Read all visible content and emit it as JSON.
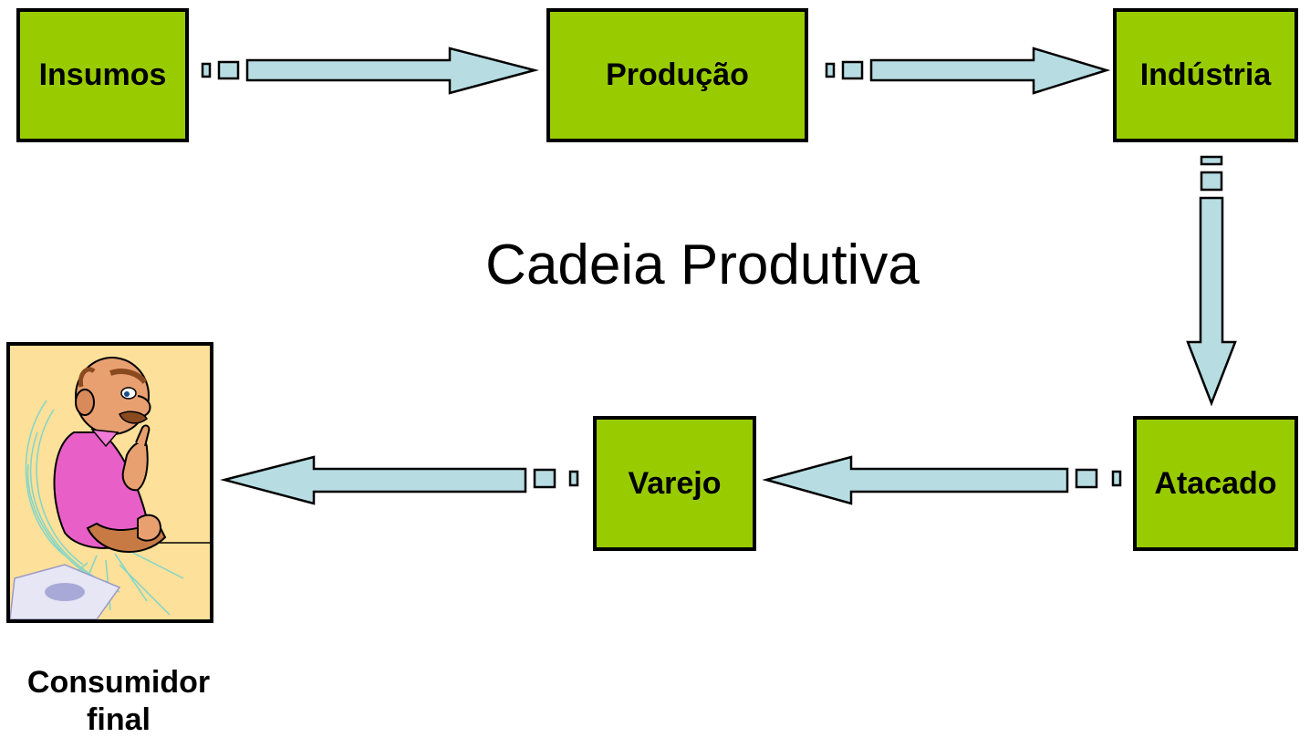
{
  "diagram": {
    "title": "Cadeia Produtiva",
    "nodes": {
      "insumos": "Insumos",
      "producao": "Produção",
      "industria": "Indústria",
      "atacado": "Atacado",
      "varejo": "Varejo"
    },
    "consumer": {
      "label_line1": "Consumidor",
      "label_line2": "final"
    },
    "colors": {
      "node_fill": "#99cc00",
      "arrow_fill": "#b7dde3",
      "border": "#000000"
    }
  }
}
